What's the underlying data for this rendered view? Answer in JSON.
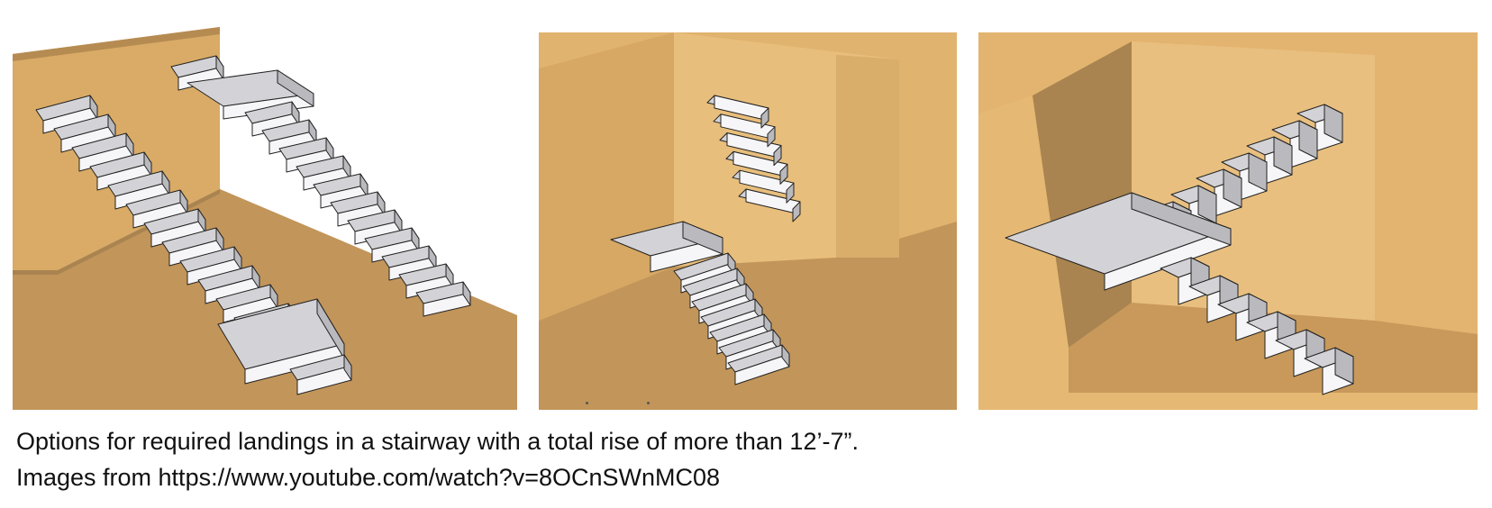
{
  "figures": [
    {
      "id": "fig1",
      "icon": "stair-straight-run-landing-icon"
    },
    {
      "id": "fig2",
      "icon": "stair-quarter-turn-landing-icon"
    },
    {
      "id": "fig3",
      "icon": "stair-half-turn-landing-icon"
    }
  ],
  "caption": {
    "line1": "Options for required landings in a stairway with a total rise of more than 12’-7”.",
    "line2": "Images from https://www.youtube.com/watch?v=8OCnSWnMC08"
  },
  "colors": {
    "wall_light": "#e6b874",
    "wall_mid": "#d8a862",
    "floor": "#c99a5a",
    "wall_dark": "#a98450",
    "step_top": "#d3d3d7",
    "step_front": "#f6f6f8",
    "step_side": "#b9b9be",
    "edge": "#222222"
  }
}
